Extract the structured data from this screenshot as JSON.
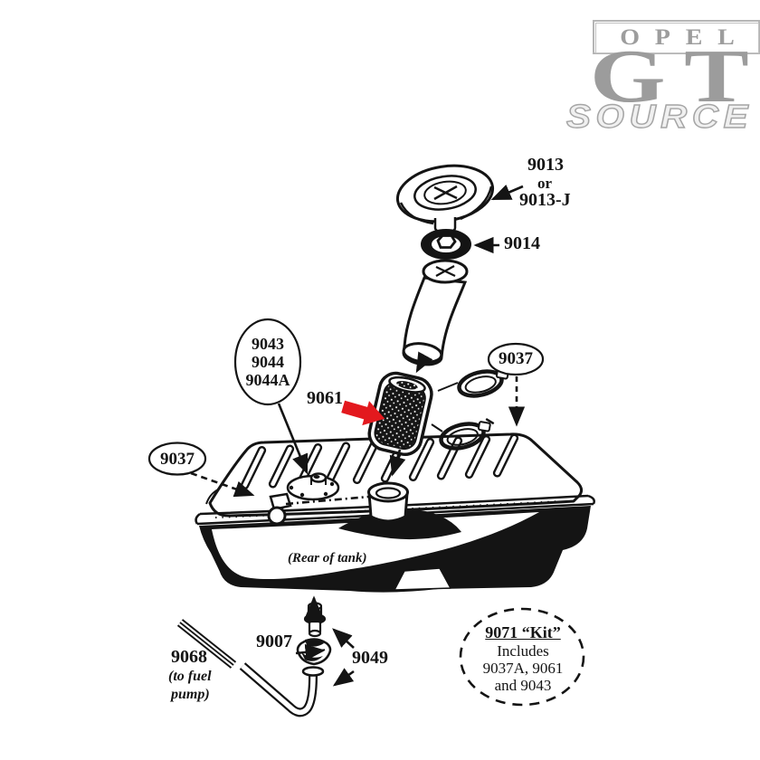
{
  "logo": {
    "opel": "OPEL",
    "gt": "GT",
    "source": "SOURCE"
  },
  "labels": {
    "cap": "9013",
    "cap_or": "or",
    "cap_alt": "9013-J",
    "washer": "9014",
    "clamps": "9037",
    "sender": [
      "9043",
      "9044",
      "9044A"
    ],
    "sleeve": "9061",
    "vent": "9037",
    "rear_note": "(Rear of tank)",
    "drain_plug": "9007",
    "drain_pipe": "9049",
    "fuel_line": "9068",
    "fuel_line_note": [
      "(to fuel",
      "pump)"
    ]
  },
  "kit_bubble": {
    "title": "9071 “Kit”",
    "line1": "Includes",
    "line2": "9037A, 9061",
    "line3": "and 9043"
  },
  "colors": {
    "ink": "#141414",
    "highlight_arrow_red": "#e3191e",
    "logo_gray": "#9c9c9c"
  }
}
